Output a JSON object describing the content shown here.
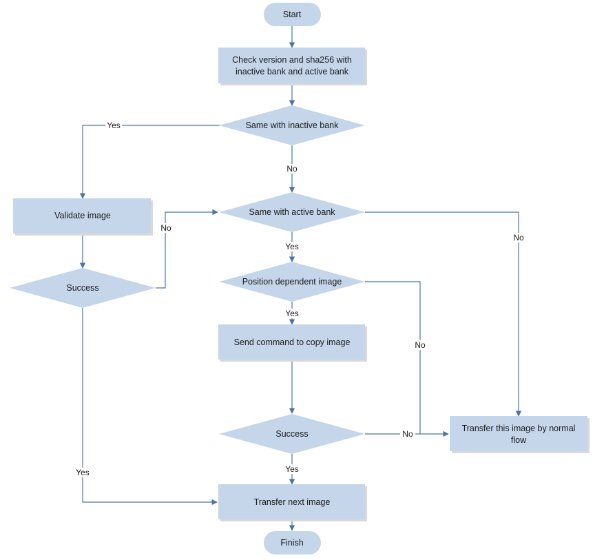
{
  "nodes": {
    "start": "Start",
    "check_line1": "Check version and sha256 with",
    "check_line2": "inactive bank  and active bank",
    "same_inactive": "Same with inactive bank",
    "same_active": "Same with active bank",
    "validate": "Validate image",
    "success_left": "Success",
    "position_dependent": "Position dependent image",
    "send_copy": "Send command to copy image",
    "success_mid": "Success",
    "transfer_normal_line1": "Transfer this image by normal",
    "transfer_normal_line2": "flow",
    "transfer_next": "Transfer next image",
    "finish": "Finish"
  },
  "edges": {
    "inactive_yes": "Yes",
    "inactive_no": "No",
    "success_left_no": "No",
    "active_yes": "Yes",
    "active_no": "No",
    "position_yes": "Yes",
    "position_no": "No",
    "success_mid_no": "No",
    "success_mid_yes": "Yes",
    "success_left_yes": "Yes"
  }
}
